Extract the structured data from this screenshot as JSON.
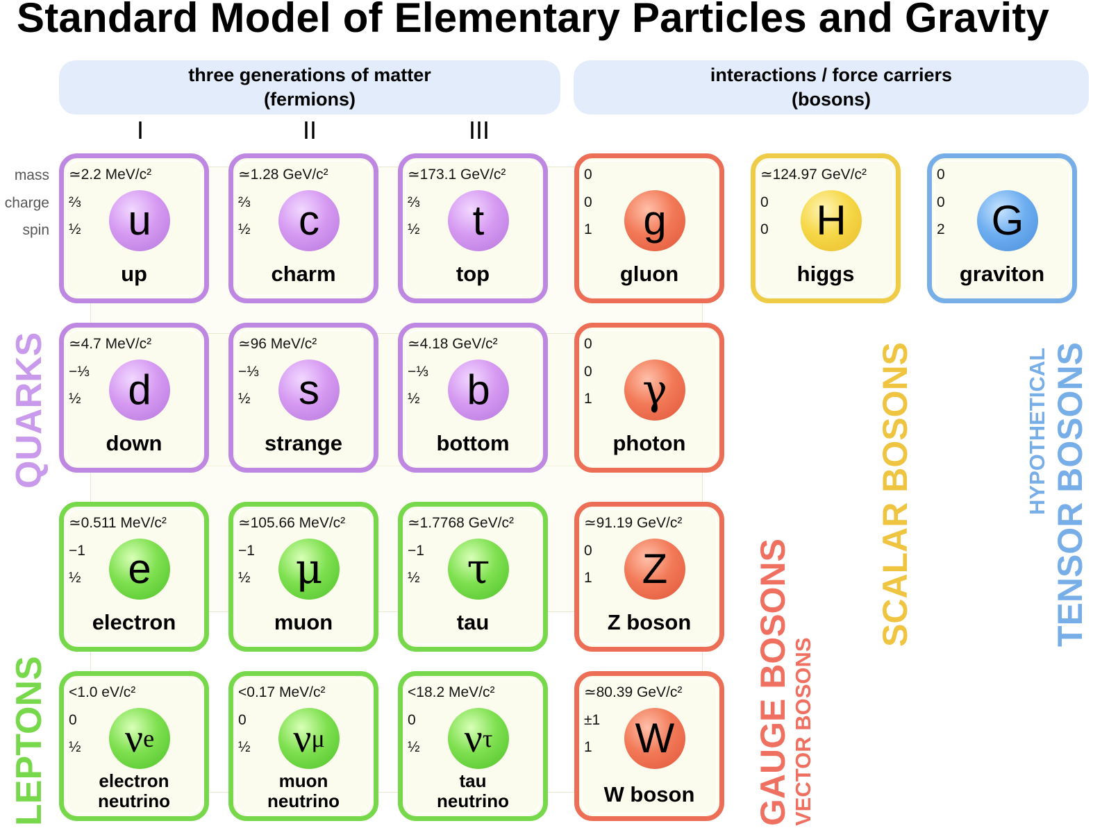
{
  "title": "Standard Model of Elementary Particles and Gravity",
  "headers": {
    "fermions": [
      "three generations of matter",
      "(fermions)"
    ],
    "bosons": [
      "interactions / force carriers",
      "(bosons)"
    ]
  },
  "generations": [
    "I",
    "II",
    "III"
  ],
  "row_labels": {
    "mass": "mass",
    "charge": "charge",
    "spin": "spin"
  },
  "colors": {
    "quark": "#bd87e2",
    "lepton": "#76d84a",
    "gauge": "#ec6e56",
    "scalar": "#efcc48",
    "tensor": "#78aee8",
    "header_bg": "#e3ecfb"
  },
  "group_labels": {
    "quarks": "QUARKS",
    "leptons": "LEPTONS",
    "gauge": "GAUGE BOSONS",
    "vector": "VECTOR BOSONS",
    "scalar": "SCALAR BOSONS",
    "hypothetical": "HYPOTHETICAL",
    "tensor": "TENSOR BOSONS"
  },
  "particles": {
    "up": {
      "mass": "≃2.2 MeV/c²",
      "charge": "⅔",
      "spin": "½",
      "symbol": "u",
      "name": "up"
    },
    "charm": {
      "mass": "≃1.28 GeV/c²",
      "charge": "⅔",
      "spin": "½",
      "symbol": "c",
      "name": "charm"
    },
    "top": {
      "mass": "≃173.1 GeV/c²",
      "charge": "⅔",
      "spin": "½",
      "symbol": "t",
      "name": "top"
    },
    "gluon": {
      "mass": "0",
      "charge": "0",
      "spin": "1",
      "symbol": "g",
      "name": "gluon"
    },
    "higgs": {
      "mass": "≃124.97 GeV/c²",
      "charge": "0",
      "spin": "0",
      "symbol": "H",
      "name": "higgs"
    },
    "graviton": {
      "mass": "0",
      "charge": "0",
      "spin": "2",
      "symbol": "G",
      "name": "graviton"
    },
    "down": {
      "mass": "≃4.7 MeV/c²",
      "charge": "−⅓",
      "spin": "½",
      "symbol": "d",
      "name": "down"
    },
    "strange": {
      "mass": "≃96 MeV/c²",
      "charge": "−⅓",
      "spin": "½",
      "symbol": "s",
      "name": "strange"
    },
    "bottom": {
      "mass": "≃4.18 GeV/c²",
      "charge": "−⅓",
      "spin": "½",
      "symbol": "b",
      "name": "bottom"
    },
    "photon": {
      "mass": "0",
      "charge": "0",
      "spin": "1",
      "symbol": "γ",
      "name": "photon"
    },
    "electron": {
      "mass": "≃0.511 MeV/c²",
      "charge": "−1",
      "spin": "½",
      "symbol": "e",
      "name": "electron"
    },
    "muon": {
      "mass": "≃105.66 MeV/c²",
      "charge": "−1",
      "spin": "½",
      "symbol": "μ",
      "name": "muon"
    },
    "tau": {
      "mass": "≃1.7768 GeV/c²",
      "charge": "−1",
      "spin": "½",
      "symbol": "τ",
      "name": "tau"
    },
    "zboson": {
      "mass": "≃91.19 GeV/c²",
      "charge": "0",
      "spin": "1",
      "symbol": "Z",
      "name": "Z boson"
    },
    "nue": {
      "mass": "<1.0 eV/c²",
      "charge": "0",
      "spin": "½",
      "symbol": "ν",
      "sub": "e",
      "name1": "electron",
      "name2": "neutrino"
    },
    "numu": {
      "mass": "<0.17 MeV/c²",
      "charge": "0",
      "spin": "½",
      "symbol": "ν",
      "sub": "μ",
      "name1": "muon",
      "name2": "neutrino"
    },
    "nutau": {
      "mass": "<18.2 MeV/c²",
      "charge": "0",
      "spin": "½",
      "symbol": "ν",
      "sub": "τ",
      "name1": "tau",
      "name2": "neutrino"
    },
    "wboson": {
      "mass": "≃80.39 GeV/c²",
      "charge": "±1",
      "spin": "1",
      "symbol": "W",
      "name": "W boson"
    }
  }
}
